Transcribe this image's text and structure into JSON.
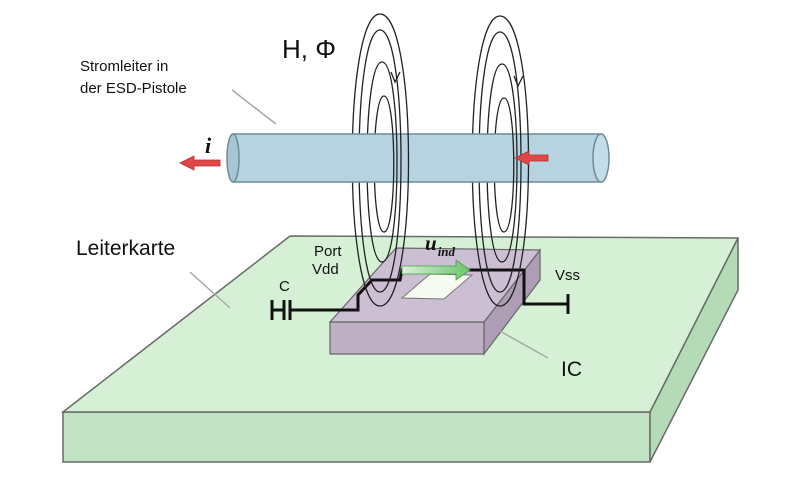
{
  "labels": {
    "conductor": [
      "Stromleiter in",
      "der ESD-Pistole"
    ],
    "field": "H, Φ",
    "current": "i",
    "voltage_main": "u",
    "voltage_sub": "ind",
    "port": "Port",
    "vdd": "Vdd",
    "vss": "Vss",
    "capacitor": "C",
    "pcb": "Leiterkarte",
    "ic": "IC"
  },
  "colors": {
    "pcb_top": "#d6f0d6",
    "pcb_side": "#c2e4c4",
    "conductor": "#b6d3df",
    "ic_top": "#cdbfd3",
    "ic_side": "#b9a9c0",
    "arrow_red": "#e04848",
    "arrow_green": "#7fc97f",
    "field_lines": "#222222"
  }
}
